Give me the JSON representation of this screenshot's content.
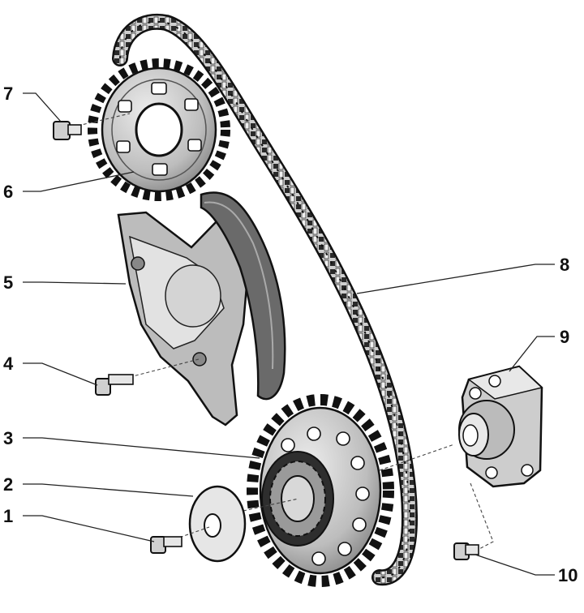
{
  "colors": {
    "ink": "#111111",
    "metal_light": "#d9d9d9",
    "metal_mid": "#b9b9b9",
    "metal_dark": "#7d7d7d",
    "rubber": "#6a6a6a",
    "background": "#ffffff"
  },
  "callouts": [
    {
      "id": "1",
      "label": "1"
    },
    {
      "id": "2",
      "label": "2"
    },
    {
      "id": "3",
      "label": "3"
    },
    {
      "id": "4",
      "label": "4"
    },
    {
      "id": "5",
      "label": "5"
    },
    {
      "id": "6",
      "label": "6"
    },
    {
      "id": "7",
      "label": "7"
    },
    {
      "id": "8",
      "label": "8"
    },
    {
      "id": "9",
      "label": "9"
    },
    {
      "id": "10",
      "label": "10"
    }
  ]
}
